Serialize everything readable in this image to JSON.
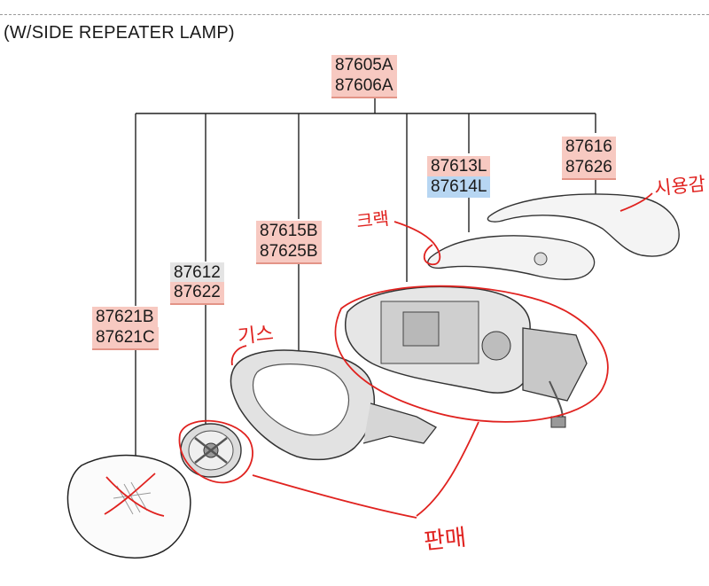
{
  "title": "(W/SIDE REPEATER LAMP)",
  "parts": {
    "assembly": [
      "87605A",
      "87606A"
    ],
    "cover": [
      "87616",
      "87626"
    ],
    "repeater_lamp": [
      "87613L",
      "87614L"
    ],
    "housing_gasket": [
      "87615B",
      "87625B"
    ],
    "actuator": [
      "87612",
      "87622"
    ],
    "mirror_glass": [
      "87621B",
      "87621C"
    ]
  },
  "annotations": {
    "cover_note": "시용감",
    "lamp_note": "크랙",
    "gasket_note": "기스",
    "sell_note": "판매"
  },
  "colors": {
    "ink": "#e0221f",
    "label_red": "#f7c9c1",
    "label_blue": "#b7d6f2",
    "label_gray": "#e4e4e4"
  }
}
